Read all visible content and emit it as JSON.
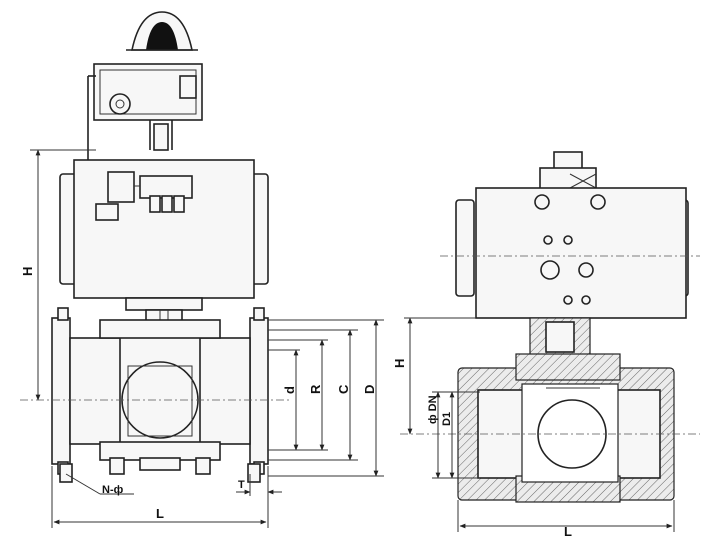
{
  "left_view": {
    "dim_H": "H",
    "dim_d": "d",
    "dim_R": "R",
    "dim_C": "C",
    "dim_D": "D",
    "dim_N": "N-ф",
    "dim_T": "T",
    "dim_L": "L"
  },
  "right_view": {
    "dim_H": "H",
    "dim_DN": "ф DN",
    "dim_D1": "D1",
    "dim_L": "L"
  }
}
